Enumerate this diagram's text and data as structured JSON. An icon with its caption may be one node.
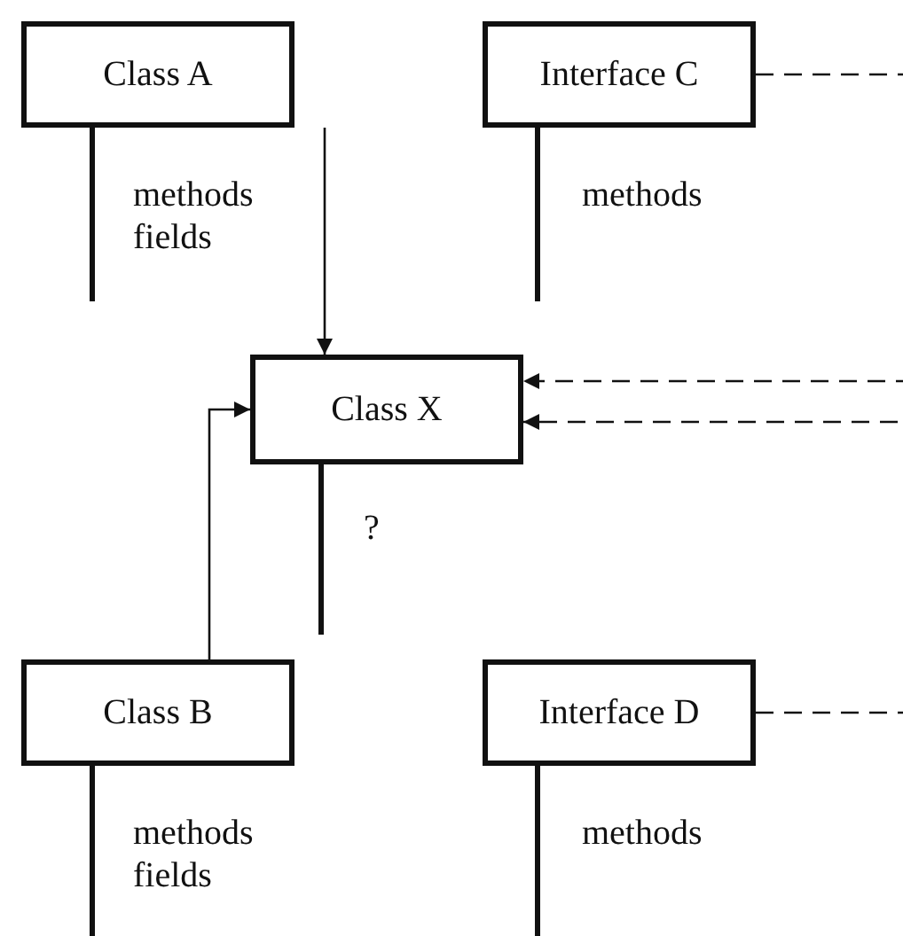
{
  "diagram": {
    "nodes": [
      {
        "text": [
          "Class A"
        ],
        "beside": [
          "methods fields"
        ]
      },
      {
        "text": [
          "Interface C"
        ],
        "beside": [
          "methods"
        ]
      },
      {
        "text": [
          "Class X"
        ],
        "beside": [
          "?"
        ]
      },
      {
        "text": [
          "Class B"
        ],
        "beside": [
          "methods fields"
        ]
      },
      {
        "text": [
          "Interface D"
        ],
        "beside": [
          "methods"
        ]
      }
    ],
    "edges": [
      {
        "from": 0,
        "to": 2,
        "arrow": "to"
      },
      {
        "from": 3,
        "to": 2,
        "arrow": "to"
      },
      {
        "from": 1,
        "to": 2,
        "arrow": "to",
        "style": "dashed"
      },
      {
        "from": 4,
        "to": 2,
        "arrow": "to",
        "style": "dashed"
      }
    ]
  }
}
